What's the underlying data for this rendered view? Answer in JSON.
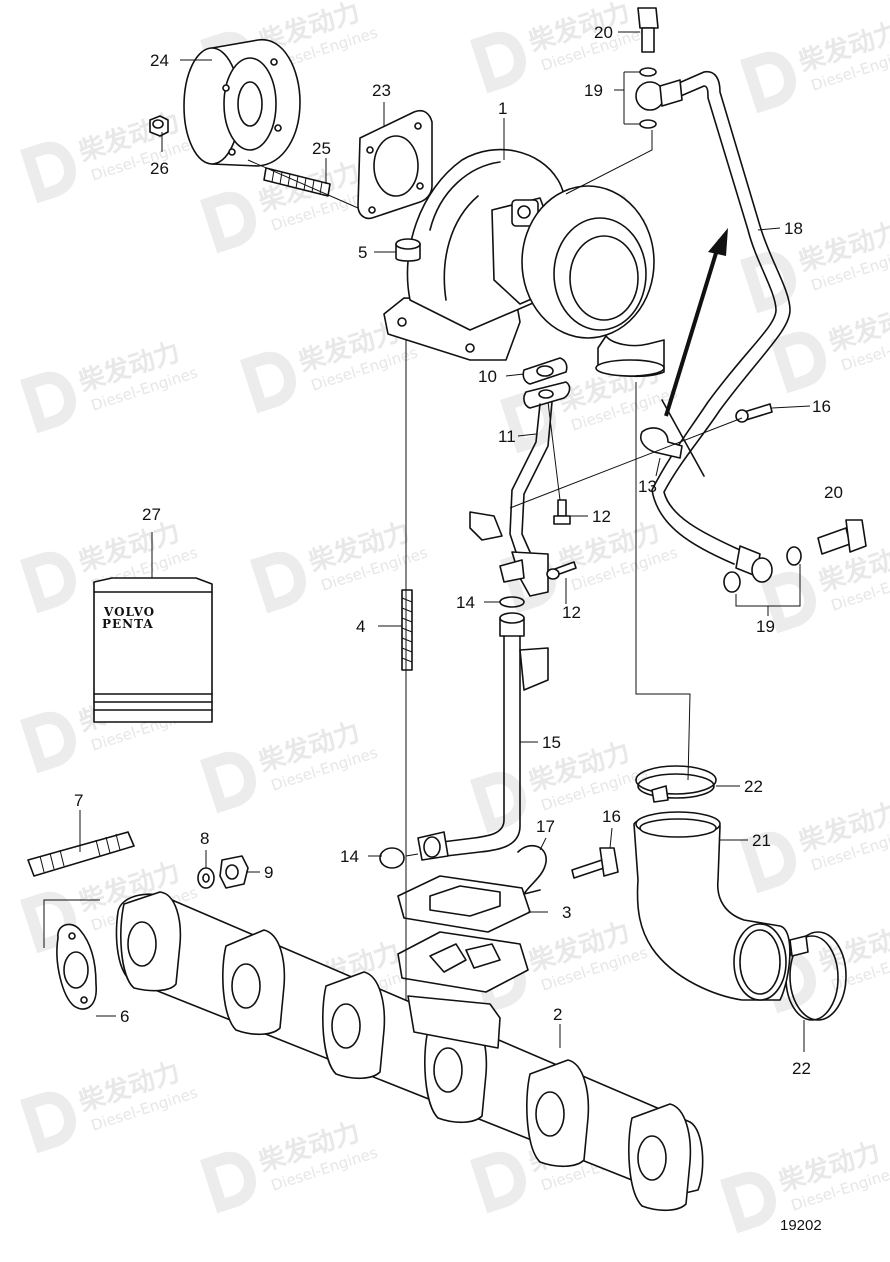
{
  "watermark": {
    "main": "柴发动力",
    "sub": "Diesel-Engines"
  },
  "document_number": "19202",
  "box_label_line1": "VOLVO",
  "box_label_line2": "PENTA",
  "labels": {
    "p1": "1",
    "p2": "2",
    "p3": "3",
    "p4": "4",
    "p5": "5",
    "p6": "6",
    "p7": "7",
    "p8": "8",
    "p9": "9",
    "p10": "10",
    "p11": "11",
    "p12a": "12",
    "p12b": "12",
    "p13": "13",
    "p14a": "14",
    "p14b": "14",
    "p15": "15",
    "p16a": "16",
    "p16b": "16",
    "p17": "17",
    "p18": "18",
    "p19a": "19",
    "p19b": "19",
    "p20a": "20",
    "p20b": "20",
    "p21": "21",
    "p22a": "22",
    "p22b": "22",
    "p23": "23",
    "p24": "24",
    "p25": "25",
    "p26": "26",
    "p27": "27"
  }
}
